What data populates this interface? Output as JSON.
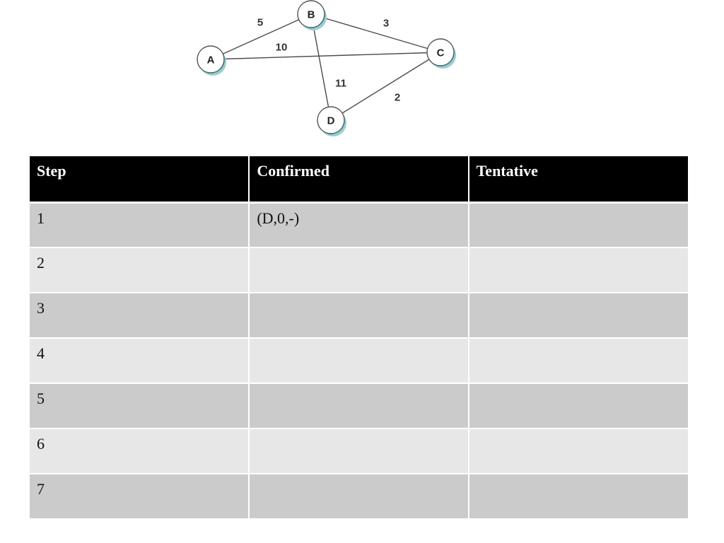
{
  "graph": {
    "nodes": [
      {
        "id": "A",
        "label": "A"
      },
      {
        "id": "B",
        "label": "B"
      },
      {
        "id": "C",
        "label": "C"
      },
      {
        "id": "D",
        "label": "D"
      }
    ],
    "edges": [
      {
        "from": "A",
        "to": "B",
        "weight": "5"
      },
      {
        "from": "B",
        "to": "C",
        "weight": "3"
      },
      {
        "from": "A",
        "to": "C",
        "weight": "10"
      },
      {
        "from": "B",
        "to": "D",
        "weight": "11"
      },
      {
        "from": "D",
        "to": "C",
        "weight": "2"
      }
    ]
  },
  "table": {
    "headers": [
      "Step",
      "Confirmed",
      "Tentative"
    ],
    "rows": [
      [
        "1",
        "(D,0,-)",
        ""
      ],
      [
        "2",
        "",
        ""
      ],
      [
        "3",
        "",
        ""
      ],
      [
        "4",
        "",
        ""
      ],
      [
        "5",
        "",
        ""
      ],
      [
        "6",
        "",
        ""
      ],
      [
        "7",
        "",
        ""
      ]
    ]
  }
}
